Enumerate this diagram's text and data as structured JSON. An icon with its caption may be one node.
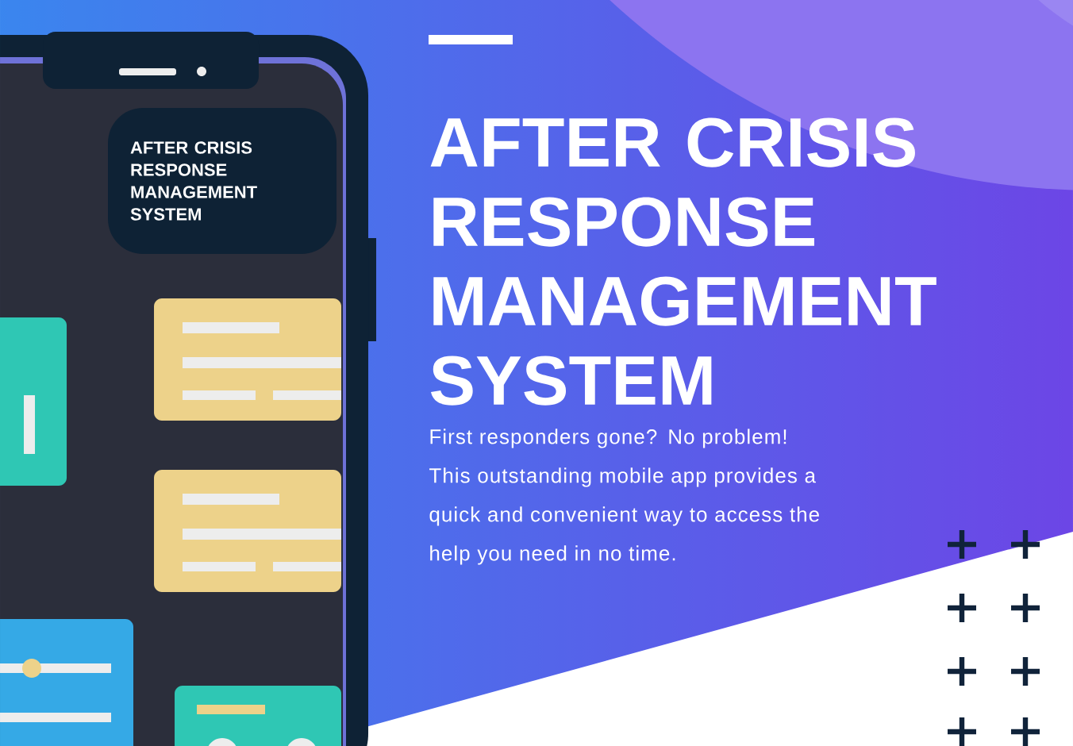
{
  "diagram": {
    "title": "AFTER CRISIS RESPONSE MANAGEMENT SYSTEM",
    "nodes": [
      {
        "text": [
          "AFTER CRISIS RESPONSE MANAGEMENT SYSTEM"
        ]
      }
    ],
    "labels": [
      "First responders gone? No problem! This outstanding mobile app provides a quick and convenient way to access the help you need in no time."
    ]
  }
}
